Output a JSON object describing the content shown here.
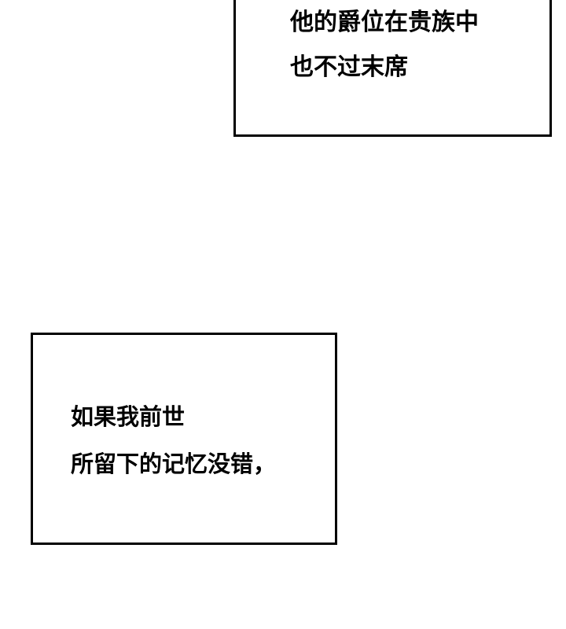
{
  "panels": [
    {
      "lines": [
        "他的爵位在贵族中",
        "也不过末席"
      ]
    },
    {
      "lines": [
        "如果我前世",
        "所留下的记忆没错，"
      ]
    }
  ],
  "colors": {
    "background": "#ffffff",
    "border": "#000000",
    "text": "#000000"
  }
}
